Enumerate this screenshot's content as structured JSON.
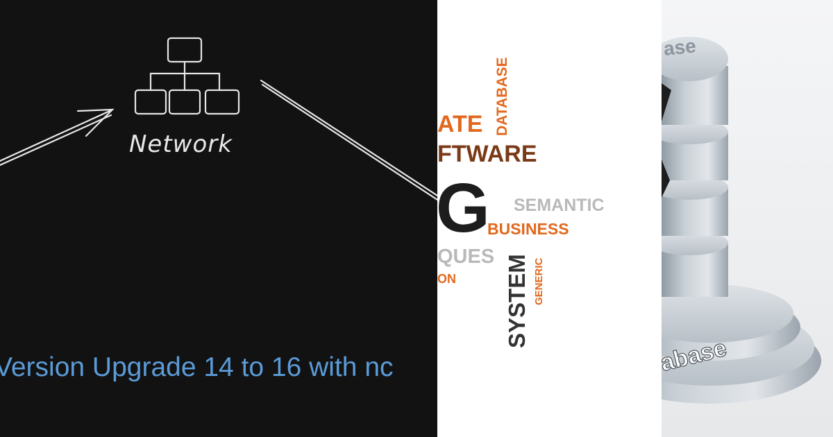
{
  "left_panel": {
    "network_label": "Network",
    "caption": "Version Upgrade 14 to 16 with nc"
  },
  "word_cloud": {
    "words": [
      "ATE",
      "DATABASE",
      "FTWARE",
      "G",
      "SEMANTIC",
      "BUSINESS",
      "QUES",
      "ON",
      "SYSTEM",
      "GENERIC"
    ],
    "colors": {
      "orange": "#e2681e",
      "brown": "#7a3a17",
      "dark": "#1d1d1d",
      "gray": "#b9b9b9",
      "mid": "#8a8a8a"
    }
  },
  "right_panel": {
    "base_label": "abase"
  }
}
